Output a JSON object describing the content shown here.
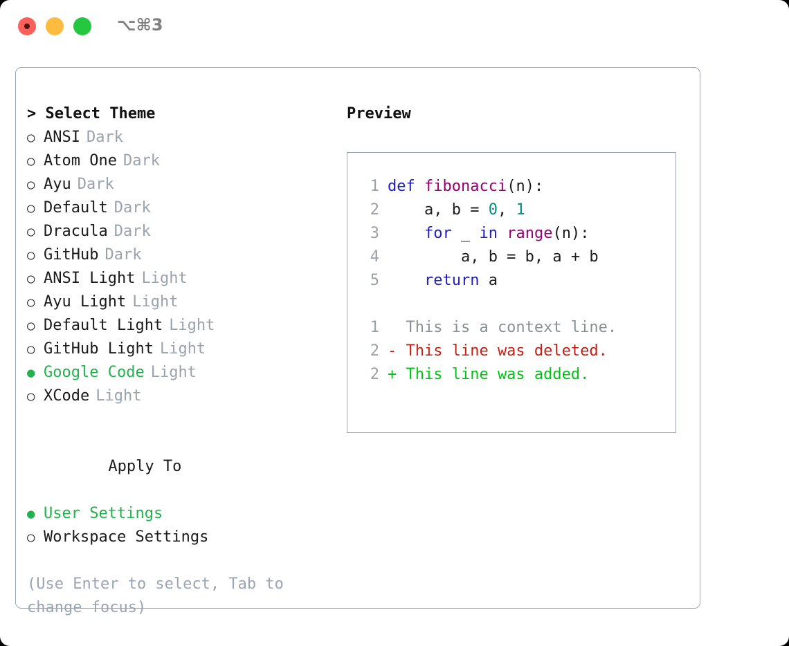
{
  "titlebar": {
    "shortcut": "⌥⌘3",
    "lights": [
      {
        "name": "close",
        "color": "#fc6058"
      },
      {
        "name": "minimize",
        "color": "#fdbc40"
      },
      {
        "name": "maximize",
        "color": "#24c73f"
      }
    ]
  },
  "theme_picker": {
    "heading": "> Select Theme",
    "items": [
      {
        "marker": "○",
        "label": "ANSI",
        "tag": "Dark",
        "selected": false
      },
      {
        "marker": "○",
        "label": "Atom One",
        "tag": "Dark",
        "selected": false
      },
      {
        "marker": "○",
        "label": "Ayu",
        "tag": "Dark",
        "selected": false
      },
      {
        "marker": "○",
        "label": "Default",
        "tag": "Dark",
        "selected": false
      },
      {
        "marker": "○",
        "label": "Dracula",
        "tag": "Dark",
        "selected": false
      },
      {
        "marker": "○",
        "label": "GitHub",
        "tag": "Dark",
        "selected": false
      },
      {
        "marker": "○",
        "label": "ANSI Light",
        "tag": "Light",
        "selected": false
      },
      {
        "marker": "○",
        "label": "Ayu Light",
        "tag": "Light",
        "selected": false
      },
      {
        "marker": "○",
        "label": "Default Light",
        "tag": "Light",
        "selected": false
      },
      {
        "marker": "○",
        "label": "GitHub Light",
        "tag": "Light",
        "selected": false
      },
      {
        "marker": "●",
        "label": "Google Code",
        "tag": "Light",
        "selected": true
      },
      {
        "marker": "○",
        "label": "XCode",
        "tag": "Light",
        "selected": false
      }
    ]
  },
  "apply_to": {
    "heading": "Apply To",
    "items": [
      {
        "marker": "●",
        "label": "User Settings",
        "selected": true
      },
      {
        "marker": "○",
        "label": "Workspace Settings",
        "selected": false
      }
    ]
  },
  "hint": "(Use Enter to select, Tab to change focus)",
  "preview": {
    "heading": "Preview",
    "code_lines": [
      {
        "number": "1",
        "tokens": [
          {
            "text": "def ",
            "type": "kw"
          },
          {
            "text": "fibonacci",
            "type": "fn"
          },
          {
            "text": "(n):",
            "type": "pl"
          }
        ]
      },
      {
        "number": "2",
        "tokens": [
          {
            "text": "    a, b = ",
            "type": "pl"
          },
          {
            "text": "0",
            "type": "num"
          },
          {
            "text": ", ",
            "type": "pl"
          },
          {
            "text": "1",
            "type": "num"
          }
        ]
      },
      {
        "number": "3",
        "tokens": [
          {
            "text": "    ",
            "type": "pl"
          },
          {
            "text": "for",
            "type": "kw"
          },
          {
            "text": " _ ",
            "type": "pl"
          },
          {
            "text": "in",
            "type": "kw"
          },
          {
            "text": " ",
            "type": "pl"
          },
          {
            "text": "range",
            "type": "fn"
          },
          {
            "text": "(n):",
            "type": "pl"
          }
        ]
      },
      {
        "number": "4",
        "tokens": [
          {
            "text": "        a, b = b, a + b",
            "type": "pl"
          }
        ]
      },
      {
        "number": "5",
        "tokens": [
          {
            "text": "    ",
            "type": "pl"
          },
          {
            "text": "return",
            "type": "kw"
          },
          {
            "text": " a",
            "type": "pl"
          }
        ]
      }
    ],
    "diff_lines": [
      {
        "number": "1",
        "kind": "context",
        "text": "  This is a context line."
      },
      {
        "number": "2",
        "kind": "deleted",
        "text": "- This line was deleted."
      },
      {
        "number": "2",
        "kind": "added",
        "text": "+ This line was added."
      }
    ]
  },
  "colors": {
    "selected_green": "#22b14c",
    "tag_gray": "#9aa2ac",
    "border": "#9aa5b4",
    "keyword": "#2020c0",
    "function": "#990073",
    "number": "#008b8b",
    "diff_deleted": "#c41f13",
    "diff_added": "#00c414",
    "hint": "#9aa5b4"
  }
}
